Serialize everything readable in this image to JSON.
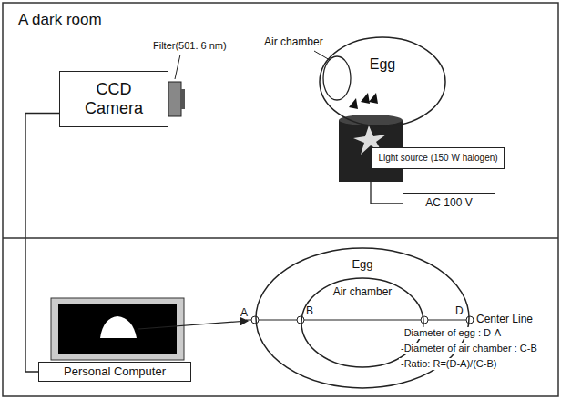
{
  "diagram": {
    "title": "A dark room",
    "nodes": [
      {
        "text": [
          "CCD Camera"
        ]
      },
      {
        "text": [
          "Egg"
        ]
      },
      {
        "text": [
          "Light source (150 W halogen)"
        ]
      },
      {
        "text": [
          "AC 100 V"
        ]
      },
      {
        "text": [
          "Personal Computer"
        ]
      },
      {
        "text": [
          "Egg"
        ]
      },
      {
        "text": [
          "Air chamber"
        ],
        "in": 5
      }
    ],
    "edges": [
      {
        "from": 0,
        "to": 4,
        "arrow": "none"
      }
    ],
    "labels": [
      "Filter(501. 6 nm)",
      "Air chamber",
      "A",
      "B",
      "D",
      "Center Line",
      "-Diameter of egg : D-A",
      "-Diameter of air chamber : C-B",
      "-Ratio: R=(D-A)/(C-B)"
    ]
  }
}
